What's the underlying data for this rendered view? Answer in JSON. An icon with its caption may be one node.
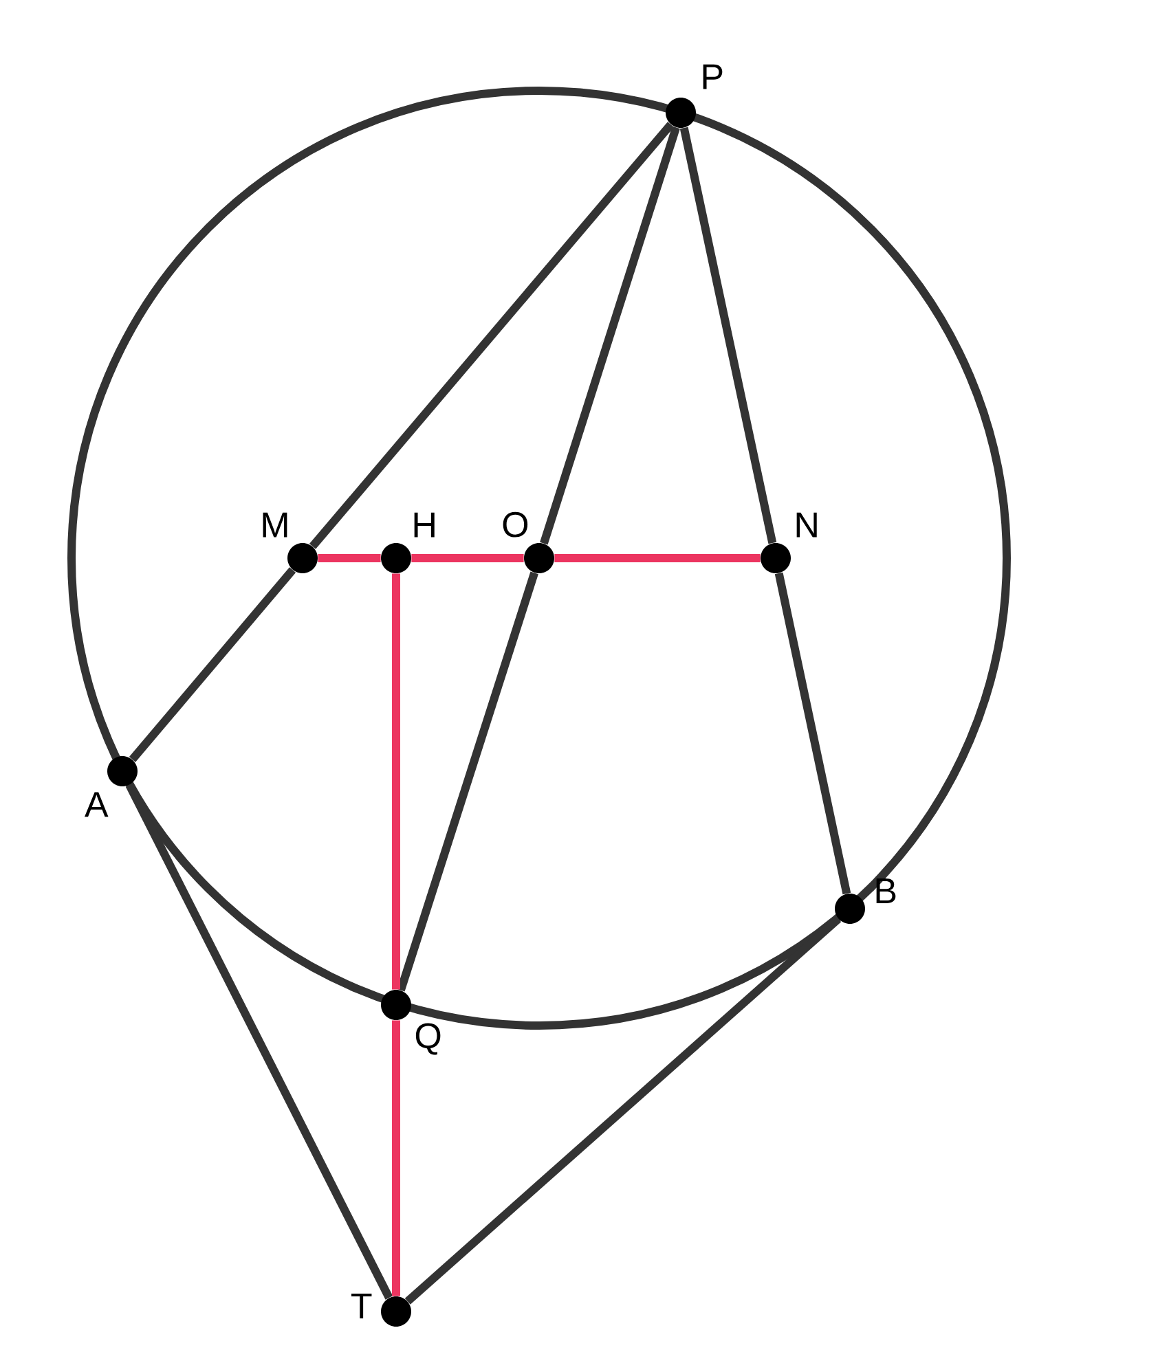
{
  "diagram": {
    "nodes": [
      {
        "text": [
          "P"
        ]
      },
      {
        "text": [
          "M"
        ]
      },
      {
        "text": [
          "H"
        ]
      },
      {
        "text": [
          "O"
        ]
      },
      {
        "text": [
          "N"
        ]
      },
      {
        "text": [
          "A"
        ]
      },
      {
        "text": [
          "B"
        ]
      },
      {
        "text": [
          "Q"
        ]
      },
      {
        "text": [
          "T"
        ]
      }
    ],
    "edges": [
      {
        "from": 0,
        "to": 1,
        "arrow": "none"
      },
      {
        "from": 1,
        "to": 5,
        "arrow": "none"
      },
      {
        "from": 0,
        "to": 3,
        "arrow": "none"
      },
      {
        "from": 3,
        "to": 7,
        "arrow": "none"
      },
      {
        "from": 0,
        "to": 4,
        "arrow": "none"
      },
      {
        "from": 4,
        "to": 6,
        "arrow": "none"
      },
      {
        "from": 5,
        "to": 8,
        "arrow": "none"
      },
      {
        "from": 8,
        "to": 6,
        "arrow": "none"
      },
      {
        "from": 1,
        "to": 2,
        "arrow": "none",
        "color": "#ec3560"
      },
      {
        "from": 2,
        "to": 3,
        "arrow": "none",
        "color": "#ec3560"
      },
      {
        "from": 3,
        "to": 4,
        "arrow": "none",
        "color": "#ec3560"
      },
      {
        "from": 2,
        "to": 7,
        "arrow": "none",
        "color": "#ec3560"
      },
      {
        "from": 7,
        "to": 8,
        "arrow": "none",
        "color": "#ec3560"
      }
    ]
  }
}
